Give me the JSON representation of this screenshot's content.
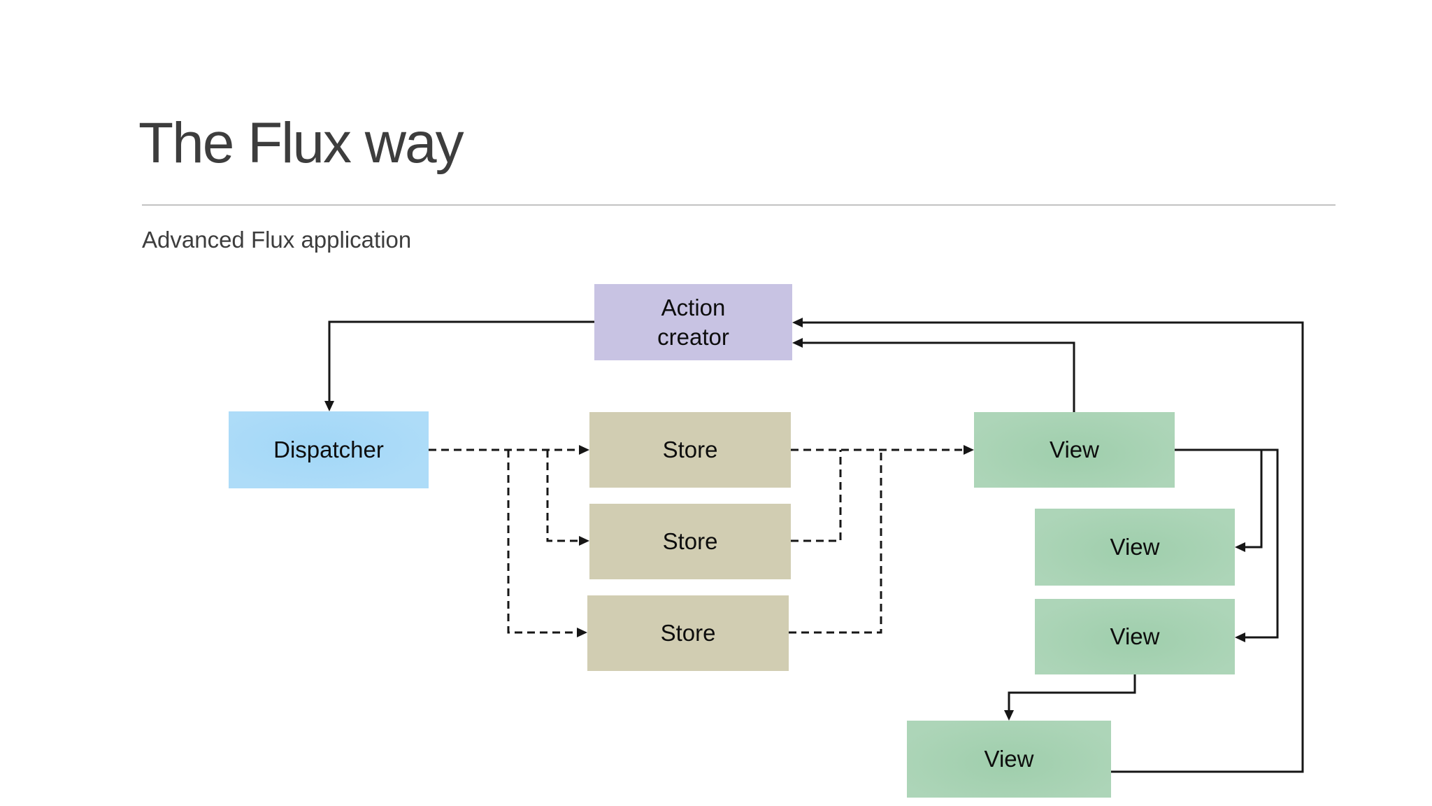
{
  "slide": {
    "title": "The Flux way",
    "subtitle": "Advanced Flux application"
  },
  "diagram": {
    "nodes": [
      {
        "id": "action-creator",
        "label": "Action\ncreator",
        "color": "#c8c3e3"
      },
      {
        "id": "dispatcher",
        "label": "Dispatcher",
        "color": "#a9daf7"
      },
      {
        "id": "store-1",
        "label": "Store",
        "color": "#d1cdb2"
      },
      {
        "id": "store-2",
        "label": "Store",
        "color": "#d1cdb2"
      },
      {
        "id": "store-3",
        "label": "Store",
        "color": "#d1cdb2"
      },
      {
        "id": "view-1",
        "label": "View",
        "color": "#a8d3b4"
      },
      {
        "id": "view-2",
        "label": "View",
        "color": "#a8d3b4"
      },
      {
        "id": "view-3",
        "label": "View",
        "color": "#a8d3b4"
      },
      {
        "id": "view-4",
        "label": "View",
        "color": "#a8d3b4"
      }
    ],
    "edges": [
      {
        "from": "action-creator",
        "to": "dispatcher",
        "style": "solid"
      },
      {
        "from": "dispatcher",
        "to": "store-1",
        "style": "dashed"
      },
      {
        "from": "dispatcher",
        "to": "store-2",
        "style": "dashed"
      },
      {
        "from": "dispatcher",
        "to": "store-3",
        "style": "dashed"
      },
      {
        "from": "store-1",
        "to": "view-1",
        "style": "dashed"
      },
      {
        "from": "store-2",
        "to": "view-1",
        "style": "dashed"
      },
      {
        "from": "store-3",
        "to": "view-1",
        "style": "dashed"
      },
      {
        "from": "view-1",
        "to": "action-creator",
        "style": "solid"
      },
      {
        "from": "view-1",
        "to": "view-2",
        "style": "solid"
      },
      {
        "from": "view-1",
        "to": "view-3",
        "style": "solid"
      },
      {
        "from": "view-3",
        "to": "view-4",
        "style": "solid"
      },
      {
        "from": "view-4",
        "to": "action-creator",
        "style": "solid"
      }
    ]
  },
  "colors": {
    "background": "#ffffff",
    "title_text": "#3d3d3d",
    "subtitle_text": "#3d3d3d",
    "divider": "#c3c3c3",
    "connector": "#161616",
    "node_text": "#0d0d0d"
  }
}
